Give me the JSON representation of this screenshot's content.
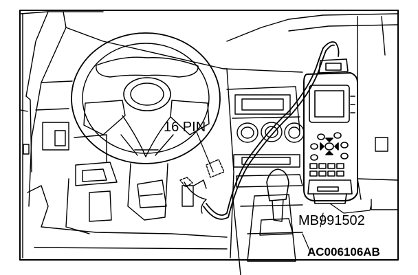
{
  "labels": {
    "connector": "16 PIN",
    "tool_part_number": "MB991502",
    "figure_code": "AC006106AB"
  },
  "colors": {
    "line": "#000000",
    "background": "#ffffff"
  }
}
